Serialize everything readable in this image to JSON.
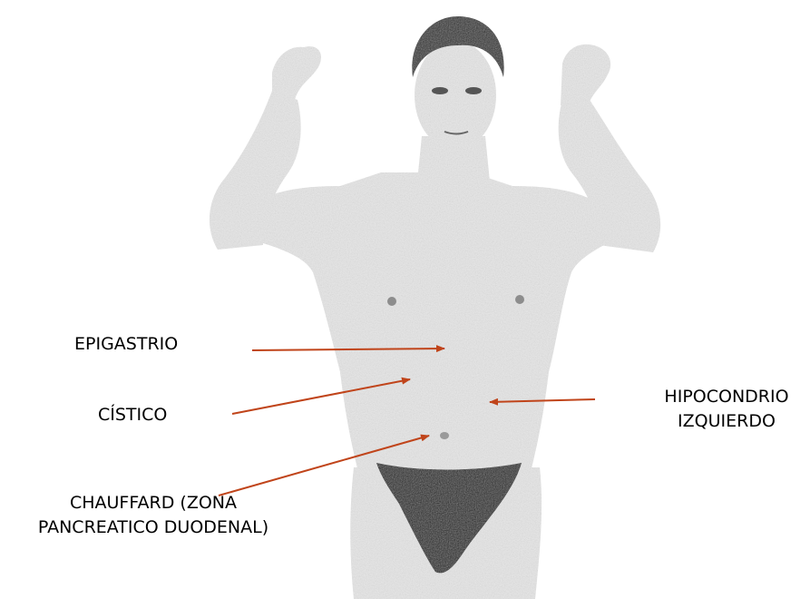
{
  "colors": {
    "arrow": "#c0441a",
    "text": "#000000",
    "skin": "#e6e6e6",
    "hair": "#2a2a2a",
    "brief": "#1b1b1b",
    "background": "#ffffff"
  },
  "labels": {
    "epigastrio": "EPIGASTRIO",
    "cistico": "CÍSTICO",
    "hipocondrio_line1": "HIPOCONDRIO",
    "hipocondrio_line2": "IZQUIERDO",
    "chauffard_line1": "CHAUFFARD (ZONA",
    "chauffard_line2": "PANCREATICO DUODENAL)"
  },
  "figure": {
    "subject": "man standing with arms raised, torso exposed, wearing dark briefs",
    "icon": "human-figure-illustration"
  }
}
